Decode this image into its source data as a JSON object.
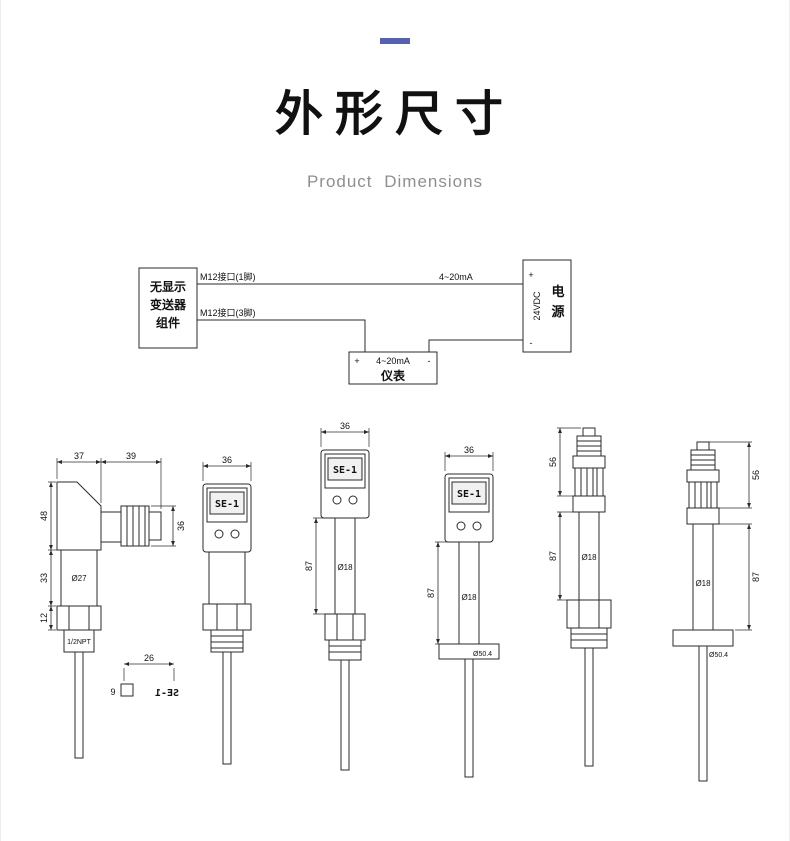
{
  "page": {
    "accent_color": "#5561b5",
    "title": "外形尺寸",
    "subtitle": "Product Dimensions"
  },
  "wiring": {
    "box_line1": "无显示",
    "box_line2": "变送器",
    "box_line3": "组件",
    "m12_pin1": "M12接口(1脚)",
    "m12_pin3": "M12接口(3脚)",
    "loop_current": "4~20mA",
    "plus": "+",
    "minus": "-",
    "power_char1": "电",
    "power_char2": "源",
    "power_voltage": "24VDC",
    "meter_current": "4~20mA",
    "meter_name": "仪表"
  },
  "d1": {
    "dim_w_head": "37",
    "dim_w_conn": "39",
    "dim_h_head": "48",
    "dim_h_conn": "36",
    "dim_h_body": "33",
    "dim_h_hex": "12",
    "dia_body": "Ø27",
    "thread": "1/2NPT",
    "detail_len": "26",
    "detail_dia": "9",
    "marking": "SE-1"
  },
  "d2": {
    "dim_w": "36",
    "display": "SE-1"
  },
  "d3": {
    "dim_w": "36",
    "display": "SE-1",
    "dim_h": "87",
    "dia": "Ø18"
  },
  "d4": {
    "dim_w": "36",
    "display": "SE-1",
    "dim_h": "87",
    "dia": "Ø18",
    "dia_clamp": "Ø50.4"
  },
  "d5": {
    "dim_conn": "56",
    "dim_h": "87",
    "dia": "Ø18"
  },
  "d6": {
    "dim_conn": "56",
    "dim_h": "87",
    "dia": "Ø18",
    "dia_clamp": "Ø50.4"
  }
}
